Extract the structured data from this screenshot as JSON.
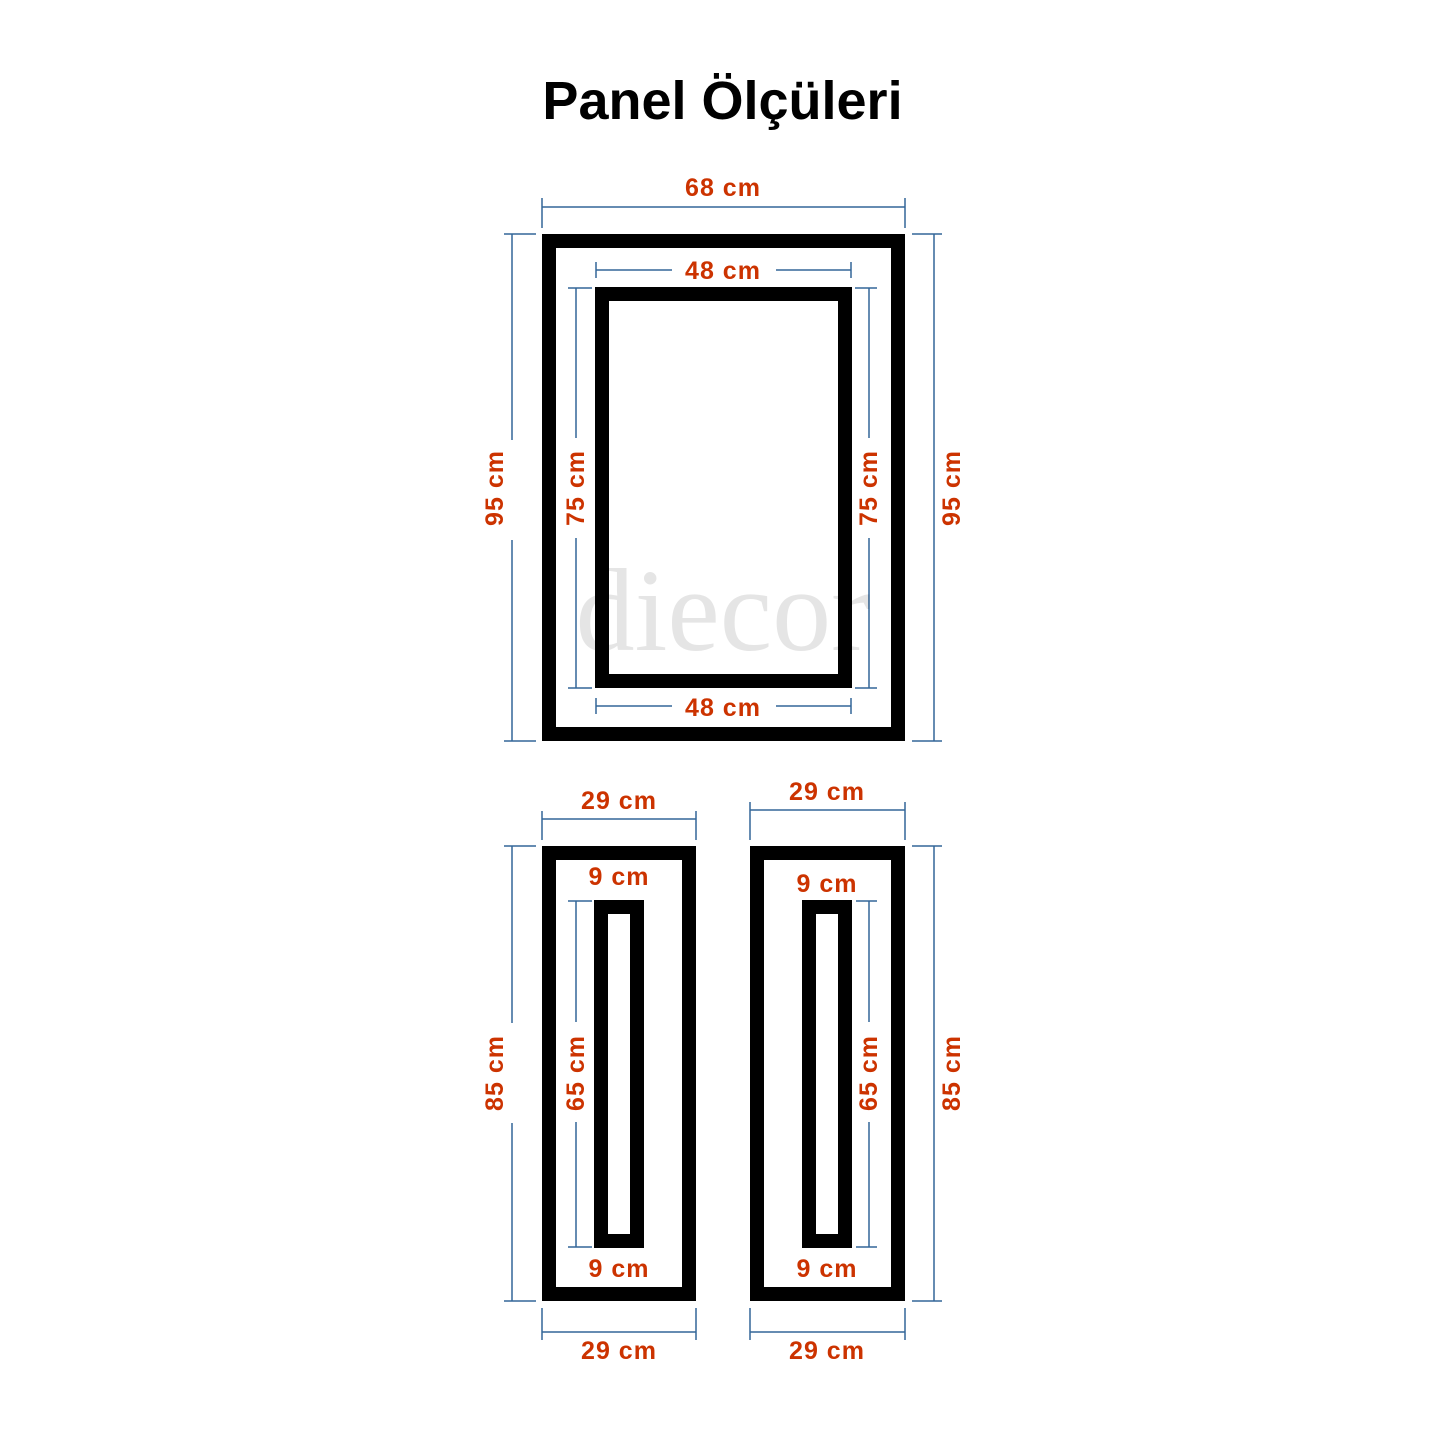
{
  "title": "Panel Ölçüleri",
  "watermark": "diecor",
  "colors": {
    "frame": "#000000",
    "dimension_text": "#cc3300",
    "dimension_line": "#336699"
  },
  "large_panel": {
    "outer_width": "68 cm",
    "outer_height_left": "95 cm",
    "outer_height_right": "95 cm",
    "inner_width_top": "48 cm",
    "inner_width_bottom": "48 cm",
    "inner_height_left": "75 cm",
    "inner_height_right": "75 cm"
  },
  "small_panel_left": {
    "outer_width_top": "29 cm",
    "outer_width_bottom": "29 cm",
    "outer_height": "85 cm",
    "inner_width_top": "9 cm",
    "inner_width_bottom": "9 cm",
    "inner_height": "65 cm"
  },
  "small_panel_right": {
    "outer_width_top": "29 cm",
    "outer_width_bottom": "29 cm",
    "outer_height": "85 cm",
    "inner_width_top": "9 cm",
    "inner_width_bottom": "9 cm",
    "inner_height": "65 cm"
  }
}
